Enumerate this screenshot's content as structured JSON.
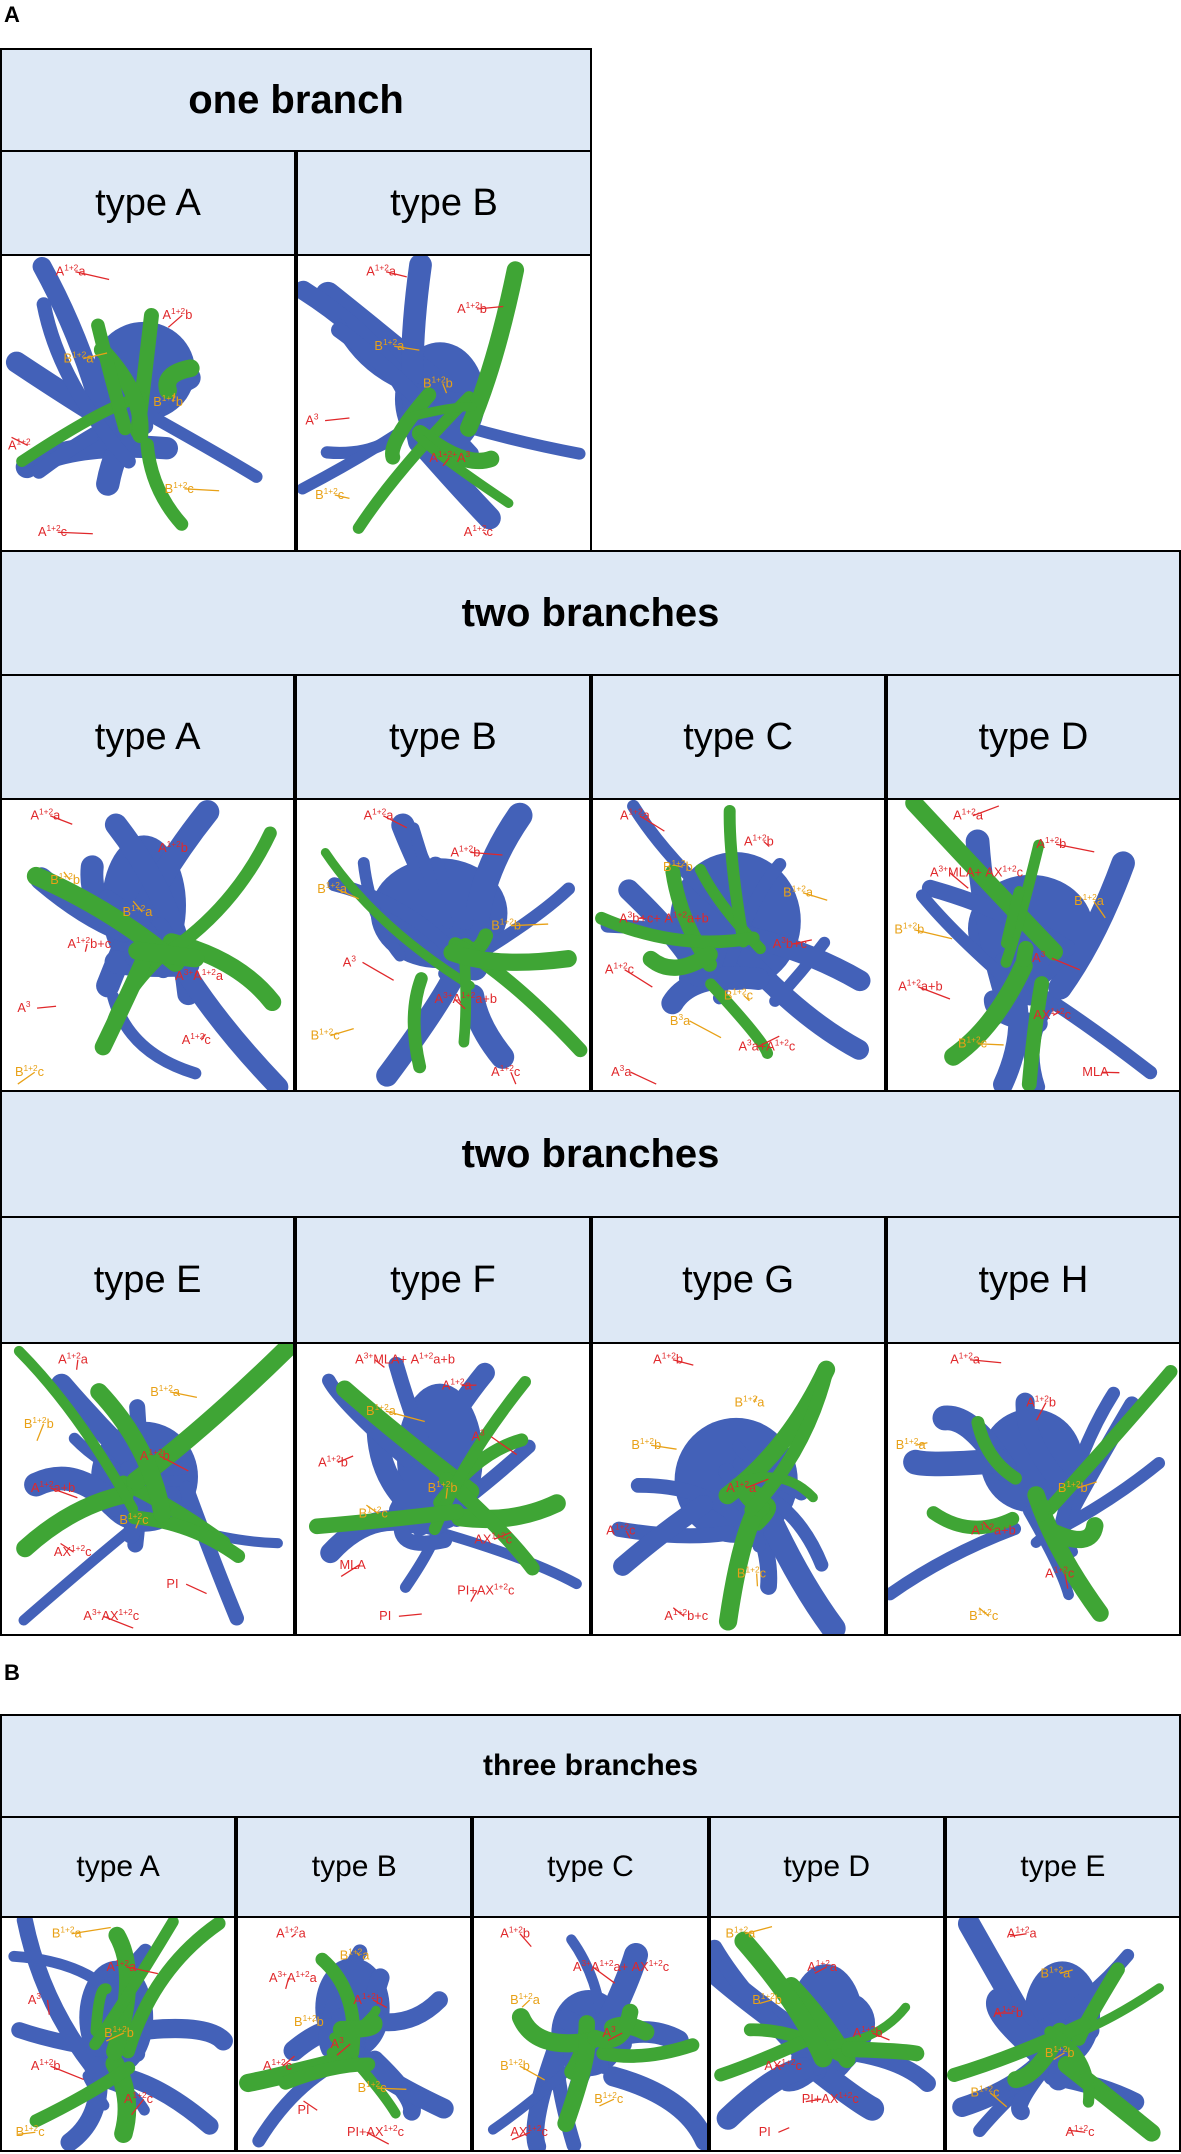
{
  "panels": {
    "a": "A",
    "b": "B"
  },
  "section_one": {
    "title": "one branch",
    "types": [
      {
        "label": "type A",
        "annotations": [
          {
            "text": "A1+2a",
            "color": "red"
          },
          {
            "text": "A1+2b",
            "color": "red"
          },
          {
            "text": "B1+2a",
            "color": "yellow"
          },
          {
            "text": "B1+2b",
            "color": "yellow"
          },
          {
            "text": "A1+2",
            "color": "red"
          },
          {
            "text": "B1+2c",
            "color": "yellow"
          },
          {
            "text": "A1+2c",
            "color": "red"
          }
        ]
      },
      {
        "label": "type B",
        "annotations": [
          {
            "text": "A1+2a",
            "color": "red"
          },
          {
            "text": "A1+2b",
            "color": "red"
          },
          {
            "text": "B1+2a",
            "color": "yellow"
          },
          {
            "text": "B1+2b",
            "color": "yellow"
          },
          {
            "text": "A3",
            "color": "red"
          },
          {
            "text": "A1+2+A3",
            "color": "red"
          },
          {
            "text": "B1+2c",
            "color": "yellow"
          },
          {
            "text": "A1+2c",
            "color": "red"
          }
        ]
      }
    ]
  },
  "section_two_1": {
    "title": "two branches",
    "types": [
      {
        "label": "type A",
        "annotations": [
          {
            "text": "A1+2a",
            "color": "red"
          },
          {
            "text": "A1+2b",
            "color": "red"
          },
          {
            "text": "B1+2b",
            "color": "yellow"
          },
          {
            "text": "B1+2a",
            "color": "yellow"
          },
          {
            "text": "A1+2b+c",
            "color": "red"
          },
          {
            "text": "A3+A1+2a",
            "color": "red"
          },
          {
            "text": "A3",
            "color": "red"
          },
          {
            "text": "A1+2c",
            "color": "red"
          },
          {
            "text": "B1+2c",
            "color": "yellow"
          }
        ]
      },
      {
        "label": "type B",
        "annotations": [
          {
            "text": "A1+2a",
            "color": "red"
          },
          {
            "text": "A1+2b",
            "color": "red"
          },
          {
            "text": "B1+2a",
            "color": "yellow"
          },
          {
            "text": "B1+2b",
            "color": "yellow"
          },
          {
            "text": "A3",
            "color": "red"
          },
          {
            "text": "A3+A1+2a+b",
            "color": "red"
          },
          {
            "text": "B1+2c",
            "color": "yellow"
          },
          {
            "text": "A1+2c",
            "color": "red"
          }
        ]
      },
      {
        "label": "type C",
        "annotations": [
          {
            "text": "A1+2a",
            "color": "red"
          },
          {
            "text": "A1+2b",
            "color": "red"
          },
          {
            "text": "B1+2b",
            "color": "yellow"
          },
          {
            "text": "B1+2a",
            "color": "yellow"
          },
          {
            "text": "A3b+c+ A1+2a+b",
            "color": "red"
          },
          {
            "text": "A3b+c",
            "color": "red"
          },
          {
            "text": "A1+2c",
            "color": "red"
          },
          {
            "text": "B1+2c",
            "color": "yellow"
          },
          {
            "text": "B3a",
            "color": "yellow"
          },
          {
            "text": "A3a+A1+2c",
            "color": "red"
          },
          {
            "text": "A3a",
            "color": "red"
          }
        ]
      },
      {
        "label": "type D",
        "annotations": [
          {
            "text": "A1+2a",
            "color": "red"
          },
          {
            "text": "A1+2b",
            "color": "red"
          },
          {
            "text": "A3+MLA+ AX1+2c",
            "color": "red"
          },
          {
            "text": "B1+2a",
            "color": "yellow"
          },
          {
            "text": "B1+2b",
            "color": "yellow"
          },
          {
            "text": "A3",
            "color": "red"
          },
          {
            "text": "A1+2a+b",
            "color": "red"
          },
          {
            "text": "AX1+2c",
            "color": "red"
          },
          {
            "text": "B1+2c",
            "color": "yellow"
          },
          {
            "text": "MLA",
            "color": "red"
          }
        ]
      }
    ]
  },
  "section_two_2": {
    "title": "two branches",
    "types": [
      {
        "label": "type E",
        "annotations": [
          {
            "text": "A1+2a",
            "color": "red"
          },
          {
            "text": "B1+2a",
            "color": "yellow"
          },
          {
            "text": "B1+2b",
            "color": "yellow"
          },
          {
            "text": "A1+2b",
            "color": "red"
          },
          {
            "text": "A1+2a+b",
            "color": "red"
          },
          {
            "text": "B1+2c",
            "color": "yellow"
          },
          {
            "text": "AX1+2c",
            "color": "red"
          },
          {
            "text": "PI",
            "color": "red"
          },
          {
            "text": "A3+AX1+2c",
            "color": "red"
          }
        ]
      },
      {
        "label": "type F",
        "annotations": [
          {
            "text": "A3+MLA+ A1+2a+b",
            "color": "red"
          },
          {
            "text": "A1+2a",
            "color": "red"
          },
          {
            "text": "B1+2a",
            "color": "yellow"
          },
          {
            "text": "A3",
            "color": "red"
          },
          {
            "text": "A1+2b",
            "color": "red"
          },
          {
            "text": "B1+2b",
            "color": "yellow"
          },
          {
            "text": "B1+2c",
            "color": "yellow"
          },
          {
            "text": "AX1+2c",
            "color": "red"
          },
          {
            "text": "MLA",
            "color": "red"
          },
          {
            "text": "PI+AX1+2c",
            "color": "red"
          },
          {
            "text": "PI",
            "color": "red"
          }
        ]
      },
      {
        "label": "type G",
        "annotations": [
          {
            "text": "A1+2b",
            "color": "red"
          },
          {
            "text": "B1+2a",
            "color": "yellow"
          },
          {
            "text": "B1+2b",
            "color": "yellow"
          },
          {
            "text": "A1+2a",
            "color": "red"
          },
          {
            "text": "A1+2c",
            "color": "red"
          },
          {
            "text": "B1+2c",
            "color": "yellow"
          },
          {
            "text": "A1+2b+c",
            "color": "red"
          }
        ]
      },
      {
        "label": "type H",
        "annotations": [
          {
            "text": "A1+2a",
            "color": "red"
          },
          {
            "text": "A1+2b",
            "color": "red"
          },
          {
            "text": "B1+2a",
            "color": "yellow"
          },
          {
            "text": "B1+2b",
            "color": "yellow"
          },
          {
            "text": "A1+2a+b",
            "color": "red"
          },
          {
            "text": "A1+2c",
            "color": "red"
          },
          {
            "text": "B1+2c",
            "color": "yellow"
          }
        ]
      }
    ]
  },
  "section_three": {
    "title": "three branches",
    "types": [
      {
        "label": "type A",
        "annotations": [
          {
            "text": "B1+2a",
            "color": "yellow"
          },
          {
            "text": "A1+2a",
            "color": "red"
          },
          {
            "text": "A3",
            "color": "red"
          },
          {
            "text": "B1+2b",
            "color": "yellow"
          },
          {
            "text": "A1+2b",
            "color": "red"
          },
          {
            "text": "A1+2c",
            "color": "red"
          },
          {
            "text": "B1+2c",
            "color": "yellow"
          }
        ]
      },
      {
        "label": "type B",
        "annotations": [
          {
            "text": "A1+2a",
            "color": "red"
          },
          {
            "text": "B1+2a",
            "color": "yellow"
          },
          {
            "text": "A3+A1+2a",
            "color": "red"
          },
          {
            "text": "A1+2b",
            "color": "red"
          },
          {
            "text": "B1+2b",
            "color": "yellow"
          },
          {
            "text": "A3",
            "color": "red"
          },
          {
            "text": "A1+2c",
            "color": "red"
          },
          {
            "text": "B1+2c",
            "color": "yellow"
          },
          {
            "text": "PI",
            "color": "red"
          },
          {
            "text": "PI+AX1+2c",
            "color": "red"
          }
        ]
      },
      {
        "label": "type C",
        "annotations": [
          {
            "text": "A1+2b",
            "color": "red"
          },
          {
            "text": "A3+A1+2a+ AX1+2c",
            "color": "red"
          },
          {
            "text": "B1+2a",
            "color": "yellow"
          },
          {
            "text": "A3",
            "color": "red"
          },
          {
            "text": "B1+2b",
            "color": "yellow"
          },
          {
            "text": "B1+2c",
            "color": "yellow"
          },
          {
            "text": "AX1+2c",
            "color": "red"
          }
        ]
      },
      {
        "label": "type D",
        "annotations": [
          {
            "text": "B1+2a",
            "color": "yellow"
          },
          {
            "text": "A1+2a",
            "color": "red"
          },
          {
            "text": "B1+2b",
            "color": "yellow"
          },
          {
            "text": "A1+2b",
            "color": "red"
          },
          {
            "text": "AX1+2c",
            "color": "red"
          },
          {
            "text": "PI+AX1+2c",
            "color": "red"
          },
          {
            "text": "PI",
            "color": "red"
          }
        ]
      },
      {
        "label": "type E",
        "annotations": [
          {
            "text": "A1+2a",
            "color": "red"
          },
          {
            "text": "B1+2a",
            "color": "yellow"
          },
          {
            "text": "A1+2b",
            "color": "red"
          },
          {
            "text": "B1+2b",
            "color": "yellow"
          },
          {
            "text": "B1+2c",
            "color": "yellow"
          },
          {
            "text": "A1+2c",
            "color": "red"
          }
        ]
      }
    ]
  },
  "colors": {
    "header_bg": "#dde8f5",
    "artery": "#4361b8",
    "bronchus": "#3fa535",
    "label_red": "#e0282b",
    "label_yellow": "#e8a117"
  }
}
